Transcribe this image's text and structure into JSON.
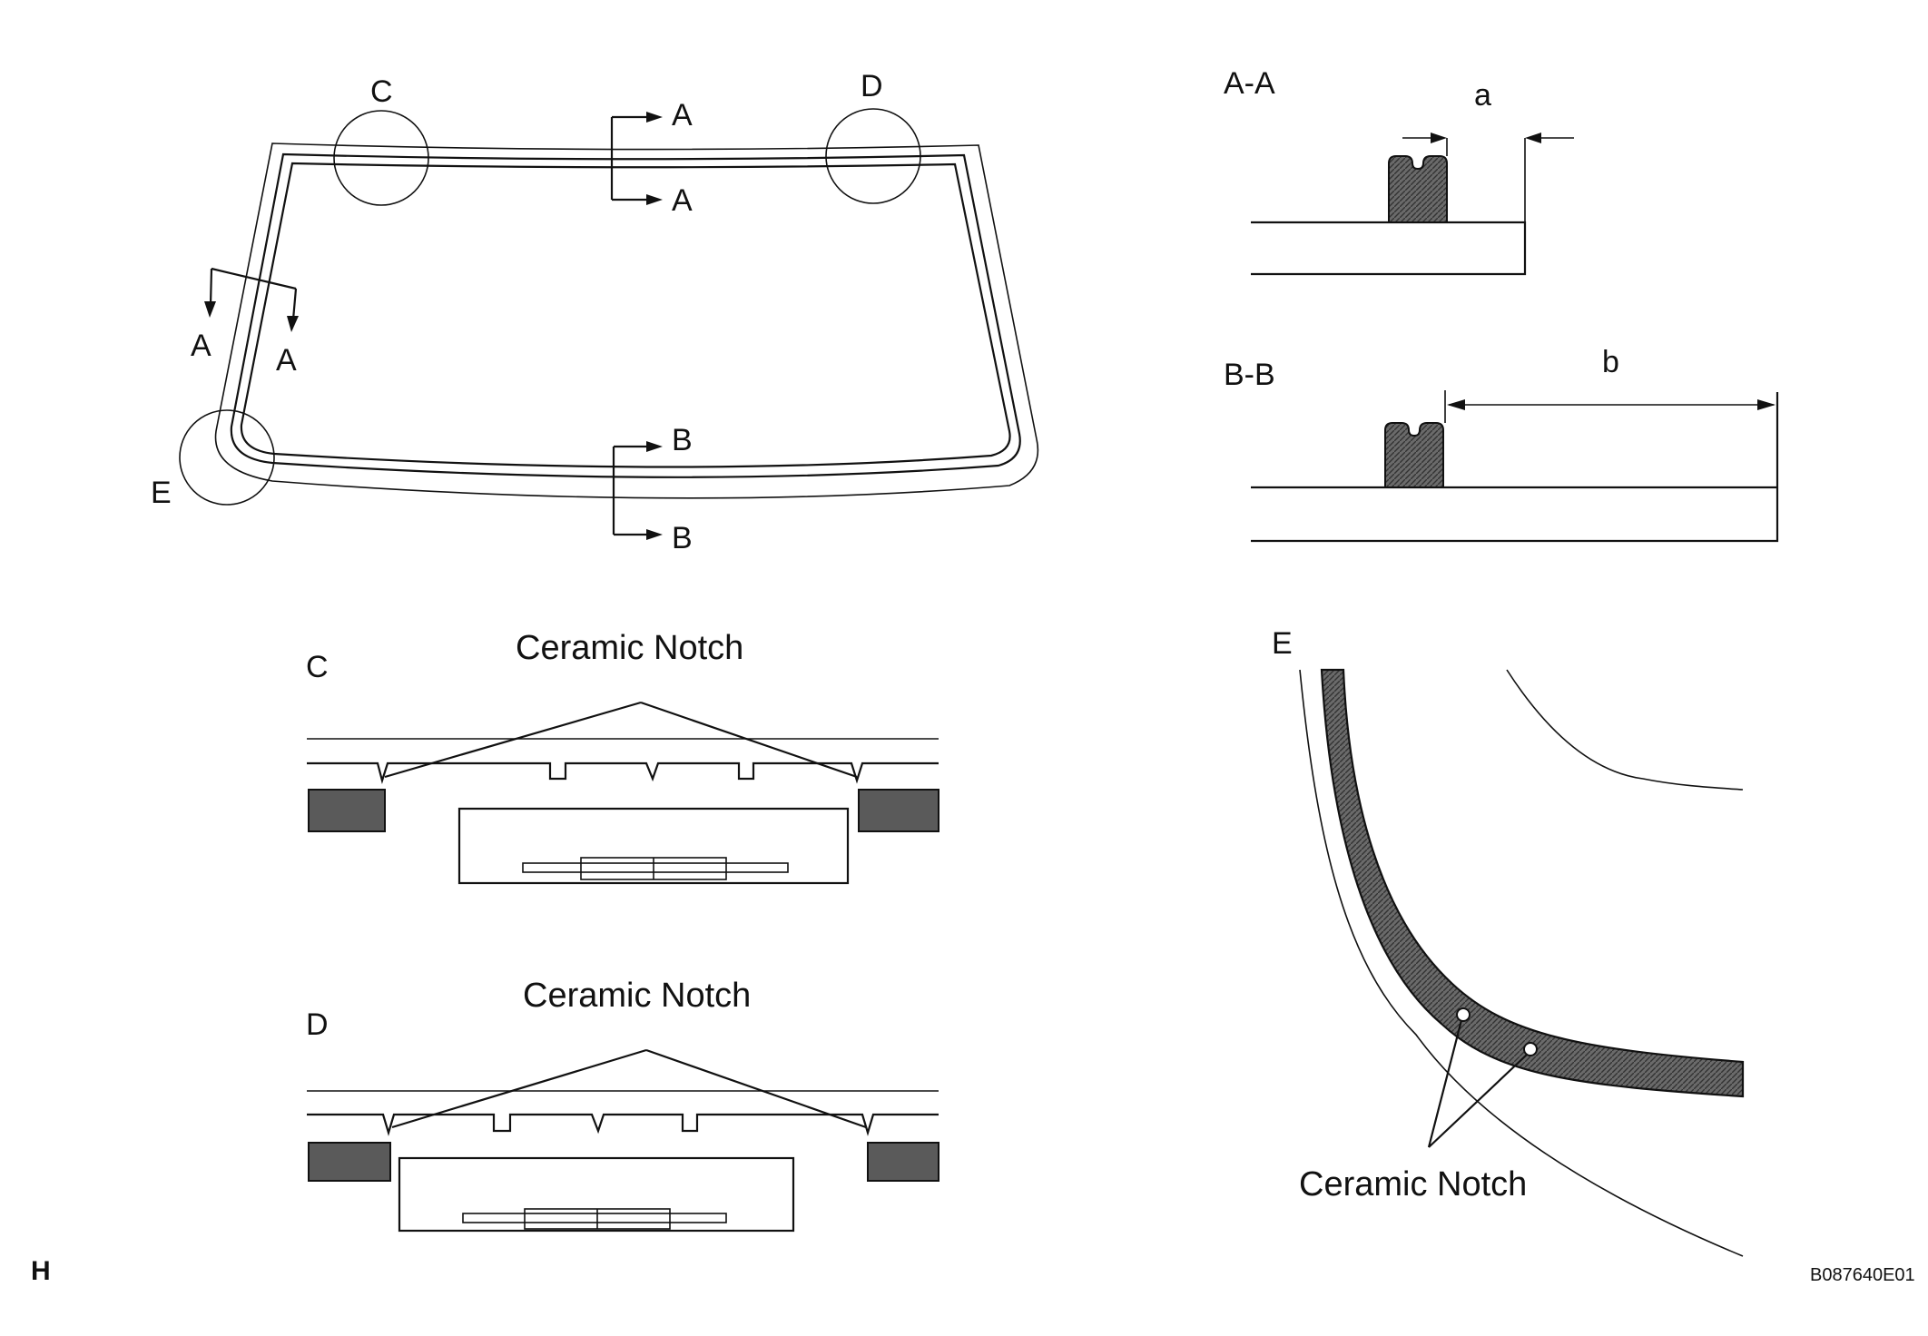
{
  "main_view": {
    "labels": {
      "c": "C",
      "d": "D",
      "e": "E",
      "section_a_top_1": "A",
      "section_a_top_2": "A",
      "section_a_left_1": "A",
      "section_a_left_2": "A",
      "section_b_1": "B",
      "section_b_2": "B"
    }
  },
  "section_aa": {
    "title": "A-A",
    "dimension": "a"
  },
  "section_bb": {
    "title": "B-B",
    "dimension": "b"
  },
  "detail_c": {
    "letter": "C",
    "callout": "Ceramic Notch"
  },
  "detail_d": {
    "letter": "D",
    "callout": "Ceramic Notch"
  },
  "detail_e": {
    "letter": "E",
    "callout": "Ceramic Notch"
  },
  "footer": {
    "left_mark": "H",
    "figure_code": "B087640E01"
  }
}
